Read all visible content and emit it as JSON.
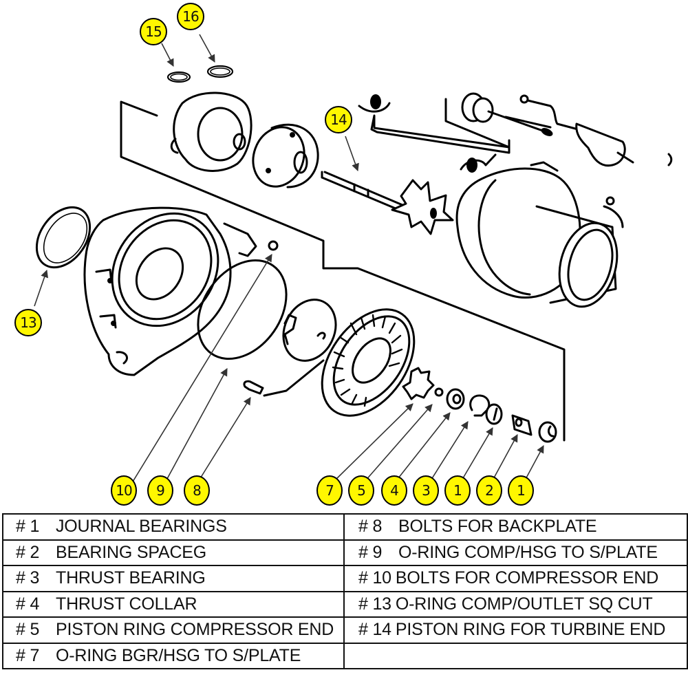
{
  "diagram": {
    "subject": "Turbocharger exploded parts diagram",
    "accent_color": "#fff700",
    "callouts": [
      {
        "id": "callout-15",
        "label": "15"
      },
      {
        "id": "callout-16",
        "label": "16"
      },
      {
        "id": "callout-14",
        "label": "14"
      },
      {
        "id": "callout-13",
        "label": "13"
      },
      {
        "id": "callout-10",
        "label": "10"
      },
      {
        "id": "callout-9",
        "label": "9"
      },
      {
        "id": "callout-8",
        "label": "8"
      },
      {
        "id": "callout-7",
        "label": "7"
      },
      {
        "id": "callout-5",
        "label": "5"
      },
      {
        "id": "callout-4",
        "label": "4"
      },
      {
        "id": "callout-3",
        "label": "3"
      },
      {
        "id": "callout-1a",
        "label": "1"
      },
      {
        "id": "callout-2",
        "label": "2"
      },
      {
        "id": "callout-1b",
        "label": "1"
      }
    ]
  },
  "parts_table": {
    "rows": [
      {
        "left": {
          "num": "# 1",
          "desc": "JOURNAL BEARINGS"
        },
        "right": {
          "num": "# 8",
          "desc": "BOLTS FOR BACKPLATE"
        }
      },
      {
        "left": {
          "num": "# 2",
          "desc": "BEARING SPACEG"
        },
        "right": {
          "num": "# 9",
          "desc": "O-RING COMP/HSG TO S/PLATE"
        }
      },
      {
        "left": {
          "num": "# 3",
          "desc": "THRUST BEARING"
        },
        "right": {
          "num": "# 10",
          "desc": "BOLTS FOR COMPRESSOR END"
        }
      },
      {
        "left": {
          "num": "# 4",
          "desc": "THRUST COLLAR"
        },
        "right": {
          "num": "# 13",
          "desc": "O-RING COMP/OUTLET SQ CUT"
        }
      },
      {
        "left": {
          "num": "# 5",
          "desc": "PISTON RING COMPRESSOR END"
        },
        "right": {
          "num": "# 14",
          "desc": "PISTON RING FOR TURBINE END"
        }
      },
      {
        "left": {
          "num": "# 7",
          "desc": "O-RING BGR/HSG TO S/PLATE"
        },
        "right": {
          "num": "",
          "desc": ""
        }
      }
    ]
  }
}
